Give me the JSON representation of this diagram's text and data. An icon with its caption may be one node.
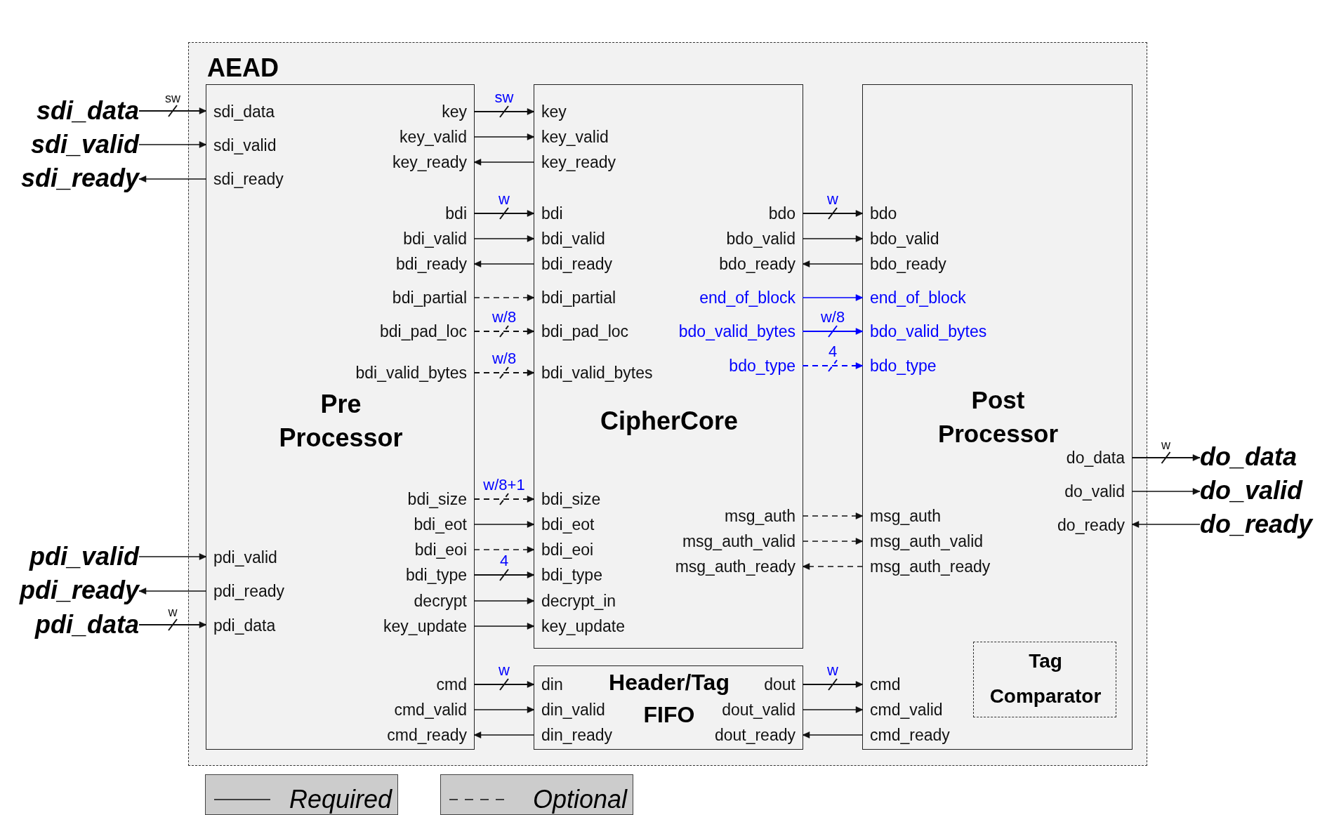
{
  "diagram": {
    "nodes": [
      {
        "text": [
          "sdi_data"
        ]
      },
      {
        "text": [
          "sdi_valid"
        ]
      },
      {
        "text": [
          "sdi_ready"
        ]
      },
      {
        "text": [
          "pdi_valid"
        ]
      },
      {
        "text": [
          "pdi_ready"
        ]
      },
      {
        "text": [
          "pdi_data"
        ]
      },
      {
        "text": [
          "do_data"
        ]
      },
      {
        "text": [
          "do_valid"
        ]
      },
      {
        "text": [
          "do_ready"
        ]
      },
      {
        "text": [
          "AEAD"
        ]
      },
      {
        "text": [
          "Pre Processor"
        ],
        "in": 9
      },
      {
        "text": [
          "sdi_data"
        ],
        "in": 10
      },
      {
        "text": [
          "sdi_valid"
        ],
        "in": 10
      },
      {
        "text": [
          "sdi_ready"
        ],
        "in": 10
      },
      {
        "text": [
          "pdi_valid"
        ],
        "in": 10
      },
      {
        "text": [
          "pdi_ready"
        ],
        "in": 10
      },
      {
        "text": [
          "pdi_data"
        ],
        "in": 10
      },
      {
        "text": [
          "key"
        ],
        "in": 10
      },
      {
        "text": [
          "key_valid"
        ],
        "in": 10
      },
      {
        "text": [
          "key_ready"
        ],
        "in": 10
      },
      {
        "text": [
          "bdi"
        ],
        "in": 10
      },
      {
        "text": [
          "bdi_valid"
        ],
        "in": 10
      },
      {
        "text": [
          "bdi_ready"
        ],
        "in": 10
      },
      {
        "text": [
          "bdi_partial"
        ],
        "in": 10
      },
      {
        "text": [
          "bdi_pad_loc"
        ],
        "in": 10
      },
      {
        "text": [
          "bdi_valid_bytes"
        ],
        "in": 10
      },
      {
        "text": [
          "bdi_size"
        ],
        "in": 10
      },
      {
        "text": [
          "bdi_eot"
        ],
        "in": 10
      },
      {
        "text": [
          "bdi_eoi"
        ],
        "in": 10
      },
      {
        "text": [
          "bdi_type"
        ],
        "in": 10
      },
      {
        "text": [
          "decrypt"
        ],
        "in": 10
      },
      {
        "text": [
          "key_update"
        ],
        "in": 10
      },
      {
        "text": [
          "cmd"
        ],
        "in": 10
      },
      {
        "text": [
          "cmd_valid"
        ],
        "in": 10
      },
      {
        "text": [
          "cmd_ready"
        ],
        "in": 10
      },
      {
        "text": [
          "CipherCore"
        ],
        "in": 9
      },
      {
        "text": [
          "key"
        ],
        "in": 35
      },
      {
        "text": [
          "key_valid"
        ],
        "in": 35
      },
      {
        "text": [
          "key_ready"
        ],
        "in": 35
      },
      {
        "text": [
          "bdi"
        ],
        "in": 35
      },
      {
        "text": [
          "bdi_valid"
        ],
        "in": 35
      },
      {
        "text": [
          "bdi_ready"
        ],
        "in": 35
      },
      {
        "text": [
          "bdi_partial"
        ],
        "in": 35
      },
      {
        "text": [
          "bdi_pad_loc"
        ],
        "in": 35
      },
      {
        "text": [
          "bdi_valid_bytes"
        ],
        "in": 35
      },
      {
        "text": [
          "bdi_size"
        ],
        "in": 35
      },
      {
        "text": [
          "bdi_eot"
        ],
        "in": 35
      },
      {
        "text": [
          "bdi_eoi"
        ],
        "in": 35
      },
      {
        "text": [
          "bdi_type"
        ],
        "in": 35
      },
      {
        "text": [
          "decrypt_in"
        ],
        "in": 35
      },
      {
        "text": [
          "key_update"
        ],
        "in": 35
      },
      {
        "text": [
          "bdo"
        ],
        "in": 35
      },
      {
        "text": [
          "bdo_valid"
        ],
        "in": 35
      },
      {
        "text": [
          "bdo_ready"
        ],
        "in": 35
      },
      {
        "text": [
          "end_of_block"
        ],
        "in": 35
      },
      {
        "text": [
          "bdo_valid_bytes"
        ],
        "in": 35
      },
      {
        "text": [
          "bdo_type"
        ],
        "in": 35
      },
      {
        "text": [
          "msg_auth"
        ],
        "in": 35
      },
      {
        "text": [
          "msg_auth_valid"
        ],
        "in": 35
      },
      {
        "text": [
          "msg_auth_ready"
        ],
        "in": 35
      },
      {
        "text": [
          "Header/Tag FIFO"
        ],
        "in": 9
      },
      {
        "text": [
          "din"
        ],
        "in": 60
      },
      {
        "text": [
          "din_valid"
        ],
        "in": 60
      },
      {
        "text": [
          "din_ready"
        ],
        "in": 60
      },
      {
        "text": [
          "dout"
        ],
        "in": 60
      },
      {
        "text": [
          "dout_valid"
        ],
        "in": 60
      },
      {
        "text": [
          "dout_ready"
        ],
        "in": 60
      },
      {
        "text": [
          "Post Processor"
        ],
        "in": 9
      },
      {
        "text": [
          "bdo"
        ],
        "in": 67
      },
      {
        "text": [
          "bdo_valid"
        ],
        "in": 67
      },
      {
        "text": [
          "bdo_ready"
        ],
        "in": 67
      },
      {
        "text": [
          "end_of_block"
        ],
        "in": 67
      },
      {
        "text": [
          "bdo_valid_bytes"
        ],
        "in": 67
      },
      {
        "text": [
          "bdo_type"
        ],
        "in": 67
      },
      {
        "text": [
          "msg_auth"
        ],
        "in": 67
      },
      {
        "text": [
          "msg_auth_valid"
        ],
        "in": 67
      },
      {
        "text": [
          "msg_auth_ready"
        ],
        "in": 67
      },
      {
        "text": [
          "cmd"
        ],
        "in": 67
      },
      {
        "text": [
          "cmd_valid"
        ],
        "in": 67
      },
      {
        "text": [
          "cmd_ready"
        ],
        "in": 67
      },
      {
        "text": [
          "do_data"
        ],
        "in": 67
      },
      {
        "text": [
          "do_valid"
        ],
        "in": 67
      },
      {
        "text": [
          "do_ready"
        ],
        "in": 67
      },
      {
        "text": [
          "Tag Comparator"
        ],
        "in": 67
      }
    ],
    "edges": [
      {
        "from": 0,
        "to": 11,
        "arrow": "to",
        "label": "sw"
      },
      {
        "from": 1,
        "to": 12,
        "arrow": "to"
      },
      {
        "from": 13,
        "to": 2,
        "arrow": "to"
      },
      {
        "from": 3,
        "to": 14,
        "arrow": "to"
      },
      {
        "from": 15,
        "to": 4,
        "arrow": "to"
      },
      {
        "from": 5,
        "to": 16,
        "arrow": "to",
        "label": "w"
      },
      {
        "from": 17,
        "to": 36,
        "arrow": "to",
        "label": "sw"
      },
      {
        "from": 18,
        "to": 37,
        "arrow": "to"
      },
      {
        "from": 38,
        "to": 19,
        "arrow": "to"
      },
      {
        "from": 20,
        "to": 39,
        "arrow": "to",
        "label": "w"
      },
      {
        "from": 21,
        "to": 40,
        "arrow": "to"
      },
      {
        "from": 41,
        "to": 22,
        "arrow": "to"
      },
      {
        "from": 23,
        "to": 42,
        "arrow": "to",
        "style": "dashed"
      },
      {
        "from": 24,
        "to": 43,
        "arrow": "to",
        "label": "w/8",
        "style": "dashed"
      },
      {
        "from": 25,
        "to": 44,
        "arrow": "to",
        "label": "w/8",
        "style": "dashed"
      },
      {
        "from": 26,
        "to": 45,
        "arrow": "to",
        "label": "w/8+1",
        "style": "dashed"
      },
      {
        "from": 27,
        "to": 46,
        "arrow": "to"
      },
      {
        "from": 28,
        "to": 47,
        "arrow": "to",
        "style": "dashed"
      },
      {
        "from": 29,
        "to": 48,
        "arrow": "to",
        "label": "4"
      },
      {
        "from": 30,
        "to": 49,
        "arrow": "to"
      },
      {
        "from": 31,
        "to": 50,
        "arrow": "to"
      },
      {
        "from": 32,
        "to": 61,
        "arrow": "to",
        "label": "w"
      },
      {
        "from": 33,
        "to": 62,
        "arrow": "to"
      },
      {
        "from": 63,
        "to": 34,
        "arrow": "to"
      },
      {
        "from": 51,
        "to": 68,
        "arrow": "to",
        "label": "w"
      },
      {
        "from": 52,
        "to": 69,
        "arrow": "to"
      },
      {
        "from": 70,
        "to": 53,
        "arrow": "to"
      },
      {
        "from": 54,
        "to": 71,
        "arrow": "to",
        "color": "#0000ff"
      },
      {
        "from": 55,
        "to": 72,
        "arrow": "to",
        "label": "w/8",
        "color": "#0000ff"
      },
      {
        "from": 56,
        "to": 73,
        "arrow": "to",
        "label": "4",
        "style": "dashed",
        "color": "#0000ff"
      },
      {
        "from": 57,
        "to": 74,
        "arrow": "to",
        "style": "dashed"
      },
      {
        "from": 58,
        "to": 75,
        "arrow": "to",
        "style": "dashed"
      },
      {
        "from": 76,
        "to": 59,
        "arrow": "to",
        "style": "dashed"
      },
      {
        "from": 64,
        "to": 77,
        "arrow": "to",
        "label": "w"
      },
      {
        "from": 65,
        "to": 78,
        "arrow": "to"
      },
      {
        "from": 79,
        "to": 66,
        "arrow": "to"
      },
      {
        "from": 80,
        "to": 6,
        "arrow": "to",
        "label": "w"
      },
      {
        "from": 81,
        "to": 7,
        "arrow": "to"
      },
      {
        "from": 8,
        "to": 82,
        "arrow": "to"
      }
    ],
    "legend": [
      {
        "text": "Required"
      },
      {
        "text": "Optional"
      }
    ]
  }
}
